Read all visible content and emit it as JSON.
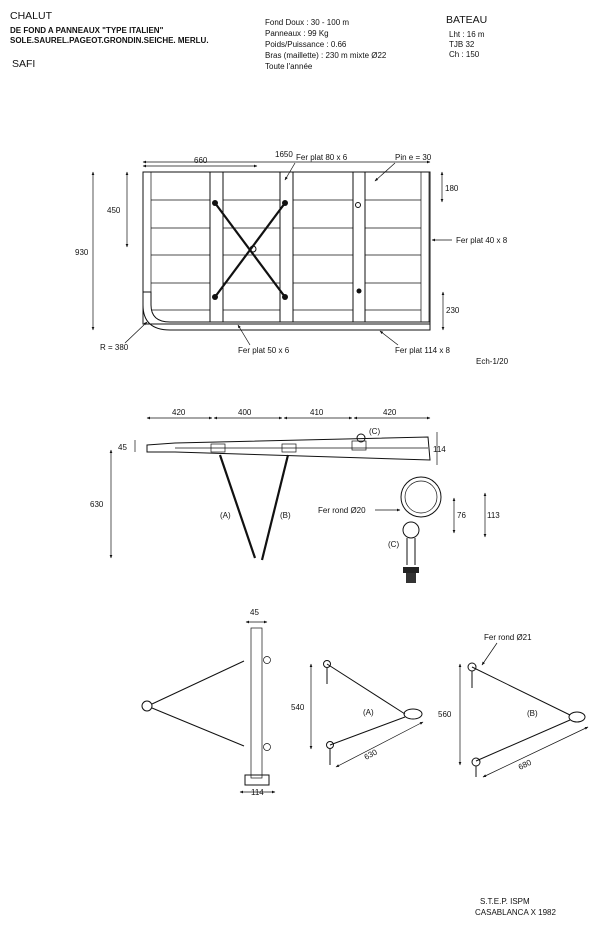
{
  "header": {
    "title": "CHALUT",
    "subtitle": "DE FOND A PANNEAUX \"TYPE ITALIEN\"",
    "species": "SOLE.SAUREL.PAGEOT.GRONDIN.SEICHE. MERLU.",
    "port": "SAFI",
    "specs": [
      "Fond Doux : 30 - 100 m",
      "Panneaux : 99 Kg",
      "Poids/Puissance : 0.66",
      "Bras (maillette) : 230 m mixte Ø22",
      "Toute l'année"
    ],
    "boat_title": "BATEAU",
    "boat_specs": [
      "Lht : 16 m",
      "TJB 32",
      "Ch : 150"
    ]
  },
  "top_view": {
    "dim_length": "1650",
    "dim_660": "660",
    "dim_930": "930",
    "dim_450": "450",
    "dim_180": "180",
    "dim_230": "230",
    "label_fer_plat_80": "Fer plat 80 x 6",
    "label_pin": "Pin e = 30",
    "label_fer_plat_40": "Fer plat 40 x 8",
    "label_radius": "R = 380",
    "label_fer_plat_50": "Fer plat 50 x 6",
    "label_fer_plat_114": "Fer plat 114 x 8",
    "scale": "Ech-1/20"
  },
  "side_view": {
    "dims": [
      "420",
      "400",
      "410",
      "420"
    ],
    "dim_45": "45",
    "dim_114": "114",
    "dim_630": "630",
    "label_a": "(A)",
    "label_b": "(B)",
    "label_c": "(C)"
  },
  "ring_detail": {
    "label_fer_rond": "Fer rond Ø20",
    "dim_76": "76",
    "dim_113": "113",
    "label_c": "(C)"
  },
  "bridle_views": {
    "dim_45": "45",
    "dim_114": "114",
    "a_dim_height": "540",
    "a_dim_length": "630",
    "a_label": "(A)",
    "b_dim_height": "560",
    "b_dim_length": "680",
    "b_label": "(B)",
    "b_fer_rond": "Fer rond Ø21"
  },
  "footer": {
    "line1": "S.T.E.P. ISPM",
    "line2": "CASABLANCA X 1982"
  }
}
